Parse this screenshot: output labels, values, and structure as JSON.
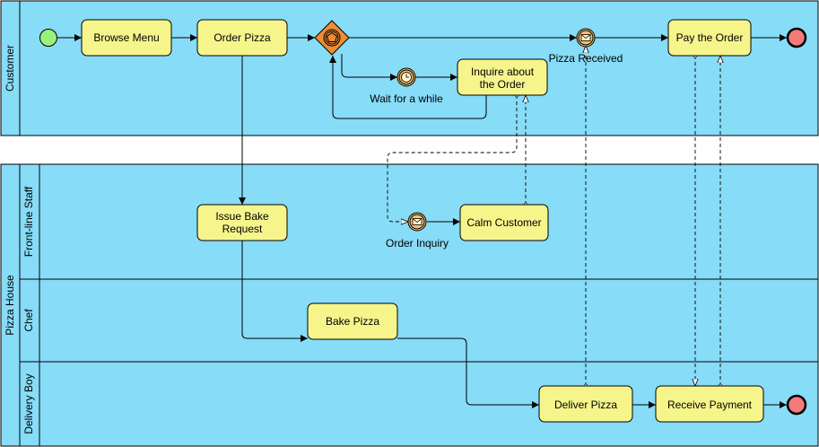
{
  "pools": {
    "customer": {
      "label": "Customer"
    },
    "pizza_house": {
      "label": "Pizza House",
      "lanes": {
        "front_line_staff": "Front-line Staff",
        "chef": "Chef",
        "delivery_boy": "Delivery Boy"
      }
    }
  },
  "tasks": {
    "browse_menu": "Browse Menu",
    "order_pizza": "Order Pizza",
    "inquire_line1": "Inquire about",
    "inquire_line2": "the Order",
    "pay_order": "Pay the Order",
    "issue_bake_line1": "Issue Bake",
    "issue_bake_line2": "Request",
    "calm_customer": "Calm Customer",
    "bake_pizza": "Bake Pizza",
    "deliver_pizza": "Deliver Pizza",
    "receive_payment": "Receive Payment"
  },
  "events": {
    "wait": "Wait for a while",
    "pizza_received": "Pizza Received",
    "order_inquiry": "Order Inquiry"
  },
  "colors": {
    "pool_fill": "#87dcf7",
    "task_fill": "#f5f58c",
    "start_fill": "#9af07a",
    "end_fill": "#f57a7a",
    "gateway_fill": "#f08c32",
    "event_fill": "#f5c070"
  }
}
